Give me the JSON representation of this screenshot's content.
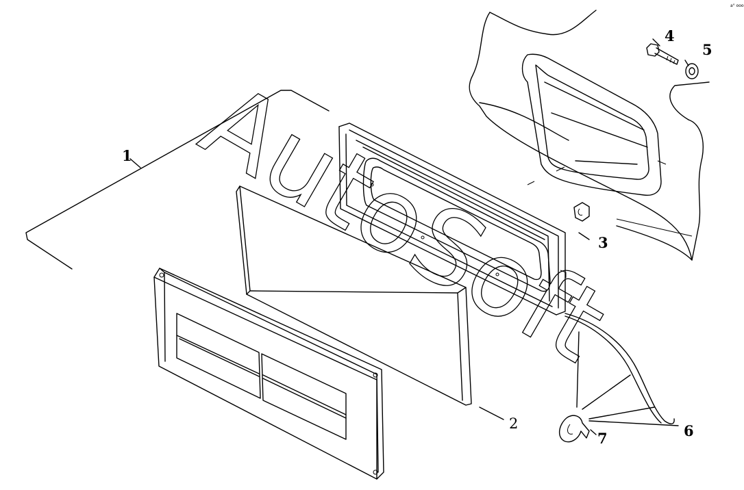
{
  "watermark": "AutoSoft",
  "corner_mark": "a° ooo",
  "callouts": [
    {
      "id": "1",
      "label": "1"
    },
    {
      "id": "2",
      "label": "2"
    },
    {
      "id": "3",
      "label": "3"
    },
    {
      "id": "4",
      "label": "4"
    },
    {
      "id": "5",
      "label": "5"
    },
    {
      "id": "6",
      "label": "6"
    },
    {
      "id": "7",
      "label": "7"
    }
  ]
}
